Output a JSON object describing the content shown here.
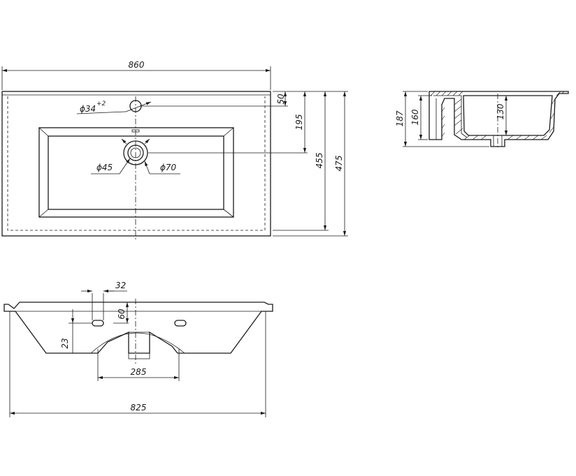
{
  "top_view": {
    "overall_width": "860",
    "tap_hole": "ϕ34",
    "tap_hole_tolerance": "+2",
    "drain_inner": "ϕ45",
    "drain_outer": "ϕ70",
    "tap_offset": "50",
    "drain_offset": "195",
    "bowl_depth": "455",
    "overall_depth": "475"
  },
  "side_section": {
    "overall_height": "187",
    "rim_height": "160",
    "bowl_height": "130"
  },
  "front_view": {
    "hole_width": "32",
    "hole_spacing_vertical": "60",
    "rim_offset": "23",
    "inner_width": "285",
    "base_width": "825"
  }
}
